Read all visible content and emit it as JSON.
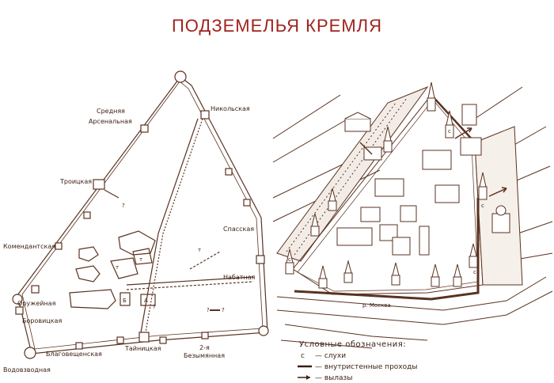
{
  "title": "ПОДЗЕМЕЛЬЯ КРЕМЛЯ",
  "colors": {
    "title": "#a0231c",
    "ink": "#5a3220"
  },
  "left_map": {
    "towers": {
      "srednyaya": "Средняя\nАрсенальная",
      "nikolskaya": "Никольская",
      "troitskaya": "Троицкая",
      "spasskaya": "Спасская",
      "komendantskaya": "Комендантская",
      "nabatnaya": "Набатная",
      "oruzheinaya": "Оружейная",
      "borovitskaya": "Боровицкая",
      "blagoveshchenskaya": "Благовещенская",
      "tainitskaya": "Тайницкая",
      "bezymyannaya": "2-я\nБезымянная",
      "vodovzvodnaya": "Водовзводная"
    },
    "marks": {
      "q1": "?",
      "q2": "?",
      "q3": "?",
      "q4": "?",
      "t1": "т",
      "t2": "т",
      "t3": "т",
      "b": "Б",
      "a": "А"
    }
  },
  "right_map": {
    "river_label": "р. Москва",
    "legend": {
      "heading": "Условные обозначения:",
      "items": [
        {
          "symbol": "с",
          "label": "— слухи"
        },
        {
          "symbol": "",
          "label": "— внутристенные проходы"
        },
        {
          "symbol": "",
          "label": "— вылазы"
        }
      ]
    }
  }
}
